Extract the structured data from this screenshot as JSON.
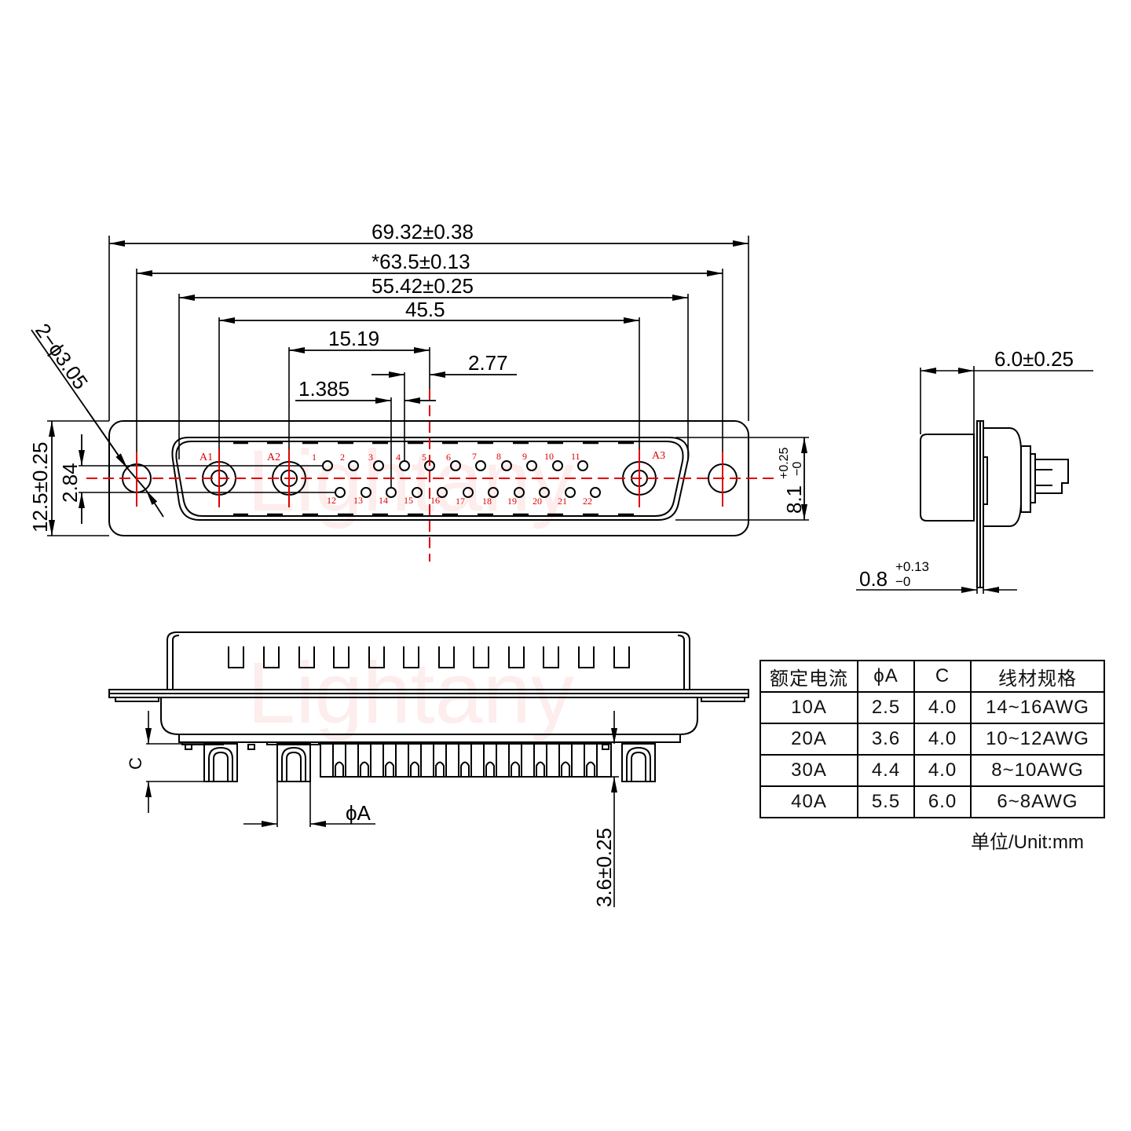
{
  "drawing": {
    "watermark": "Lightany",
    "top_view": {
      "dimensions": {
        "overall_width": "69.32±0.38",
        "mounting_hole_pitch": "*63.5±0.13",
        "shell_width": "55.42±0.25",
        "contact_a1_a3": "45.5",
        "a2_to_center": "15.19",
        "pin_pitch": "2.77",
        "row_offset": "1.385",
        "mounting_holes": "2−ϕ3.05",
        "flange_height": "12.5±0.25",
        "row_spacing": "2.84",
        "shell_height_main": "8.1",
        "shell_height_tol_plus": "+0.25",
        "shell_height_tol_minus": "−0"
      },
      "power_contacts": [
        "A1",
        "A2",
        "A3"
      ],
      "signal_pins_top": [
        "1",
        "2",
        "3",
        "4",
        "5",
        "6",
        "7",
        "8",
        "9",
        "10",
        "11"
      ],
      "signal_pins_bottom": [
        "12",
        "13",
        "14",
        "15",
        "16",
        "17",
        "18",
        "19",
        "20",
        "21",
        "22"
      ]
    },
    "side_view": {
      "dimensions": {
        "depth": "6.0±0.25",
        "flange_thickness_main": "0.8",
        "flange_thickness_tol_plus": "+0.13",
        "flange_thickness_tol_minus": "−0"
      }
    },
    "front_view": {
      "dimensions": {
        "contact_height": "C",
        "contact_diameter": "ϕA",
        "pin_tail": "3.6±0.25"
      }
    }
  },
  "spec_table": {
    "headers": [
      "额定电流",
      "ϕA",
      "C",
      "线材规格"
    ],
    "rows": [
      [
        "10A",
        "2.5",
        "4.0",
        "14~16AWG"
      ],
      [
        "20A",
        "3.6",
        "4.0",
        "10~12AWG"
      ],
      [
        "30A",
        "4.4",
        "4.0",
        "8~10AWG"
      ],
      [
        "40A",
        "5.5",
        "6.0",
        "6~8AWG"
      ]
    ],
    "unit_note": "单位/Unit:mm"
  },
  "colors": {
    "line": "#000000",
    "centerline": "#e00000",
    "watermark": "#e00000"
  }
}
